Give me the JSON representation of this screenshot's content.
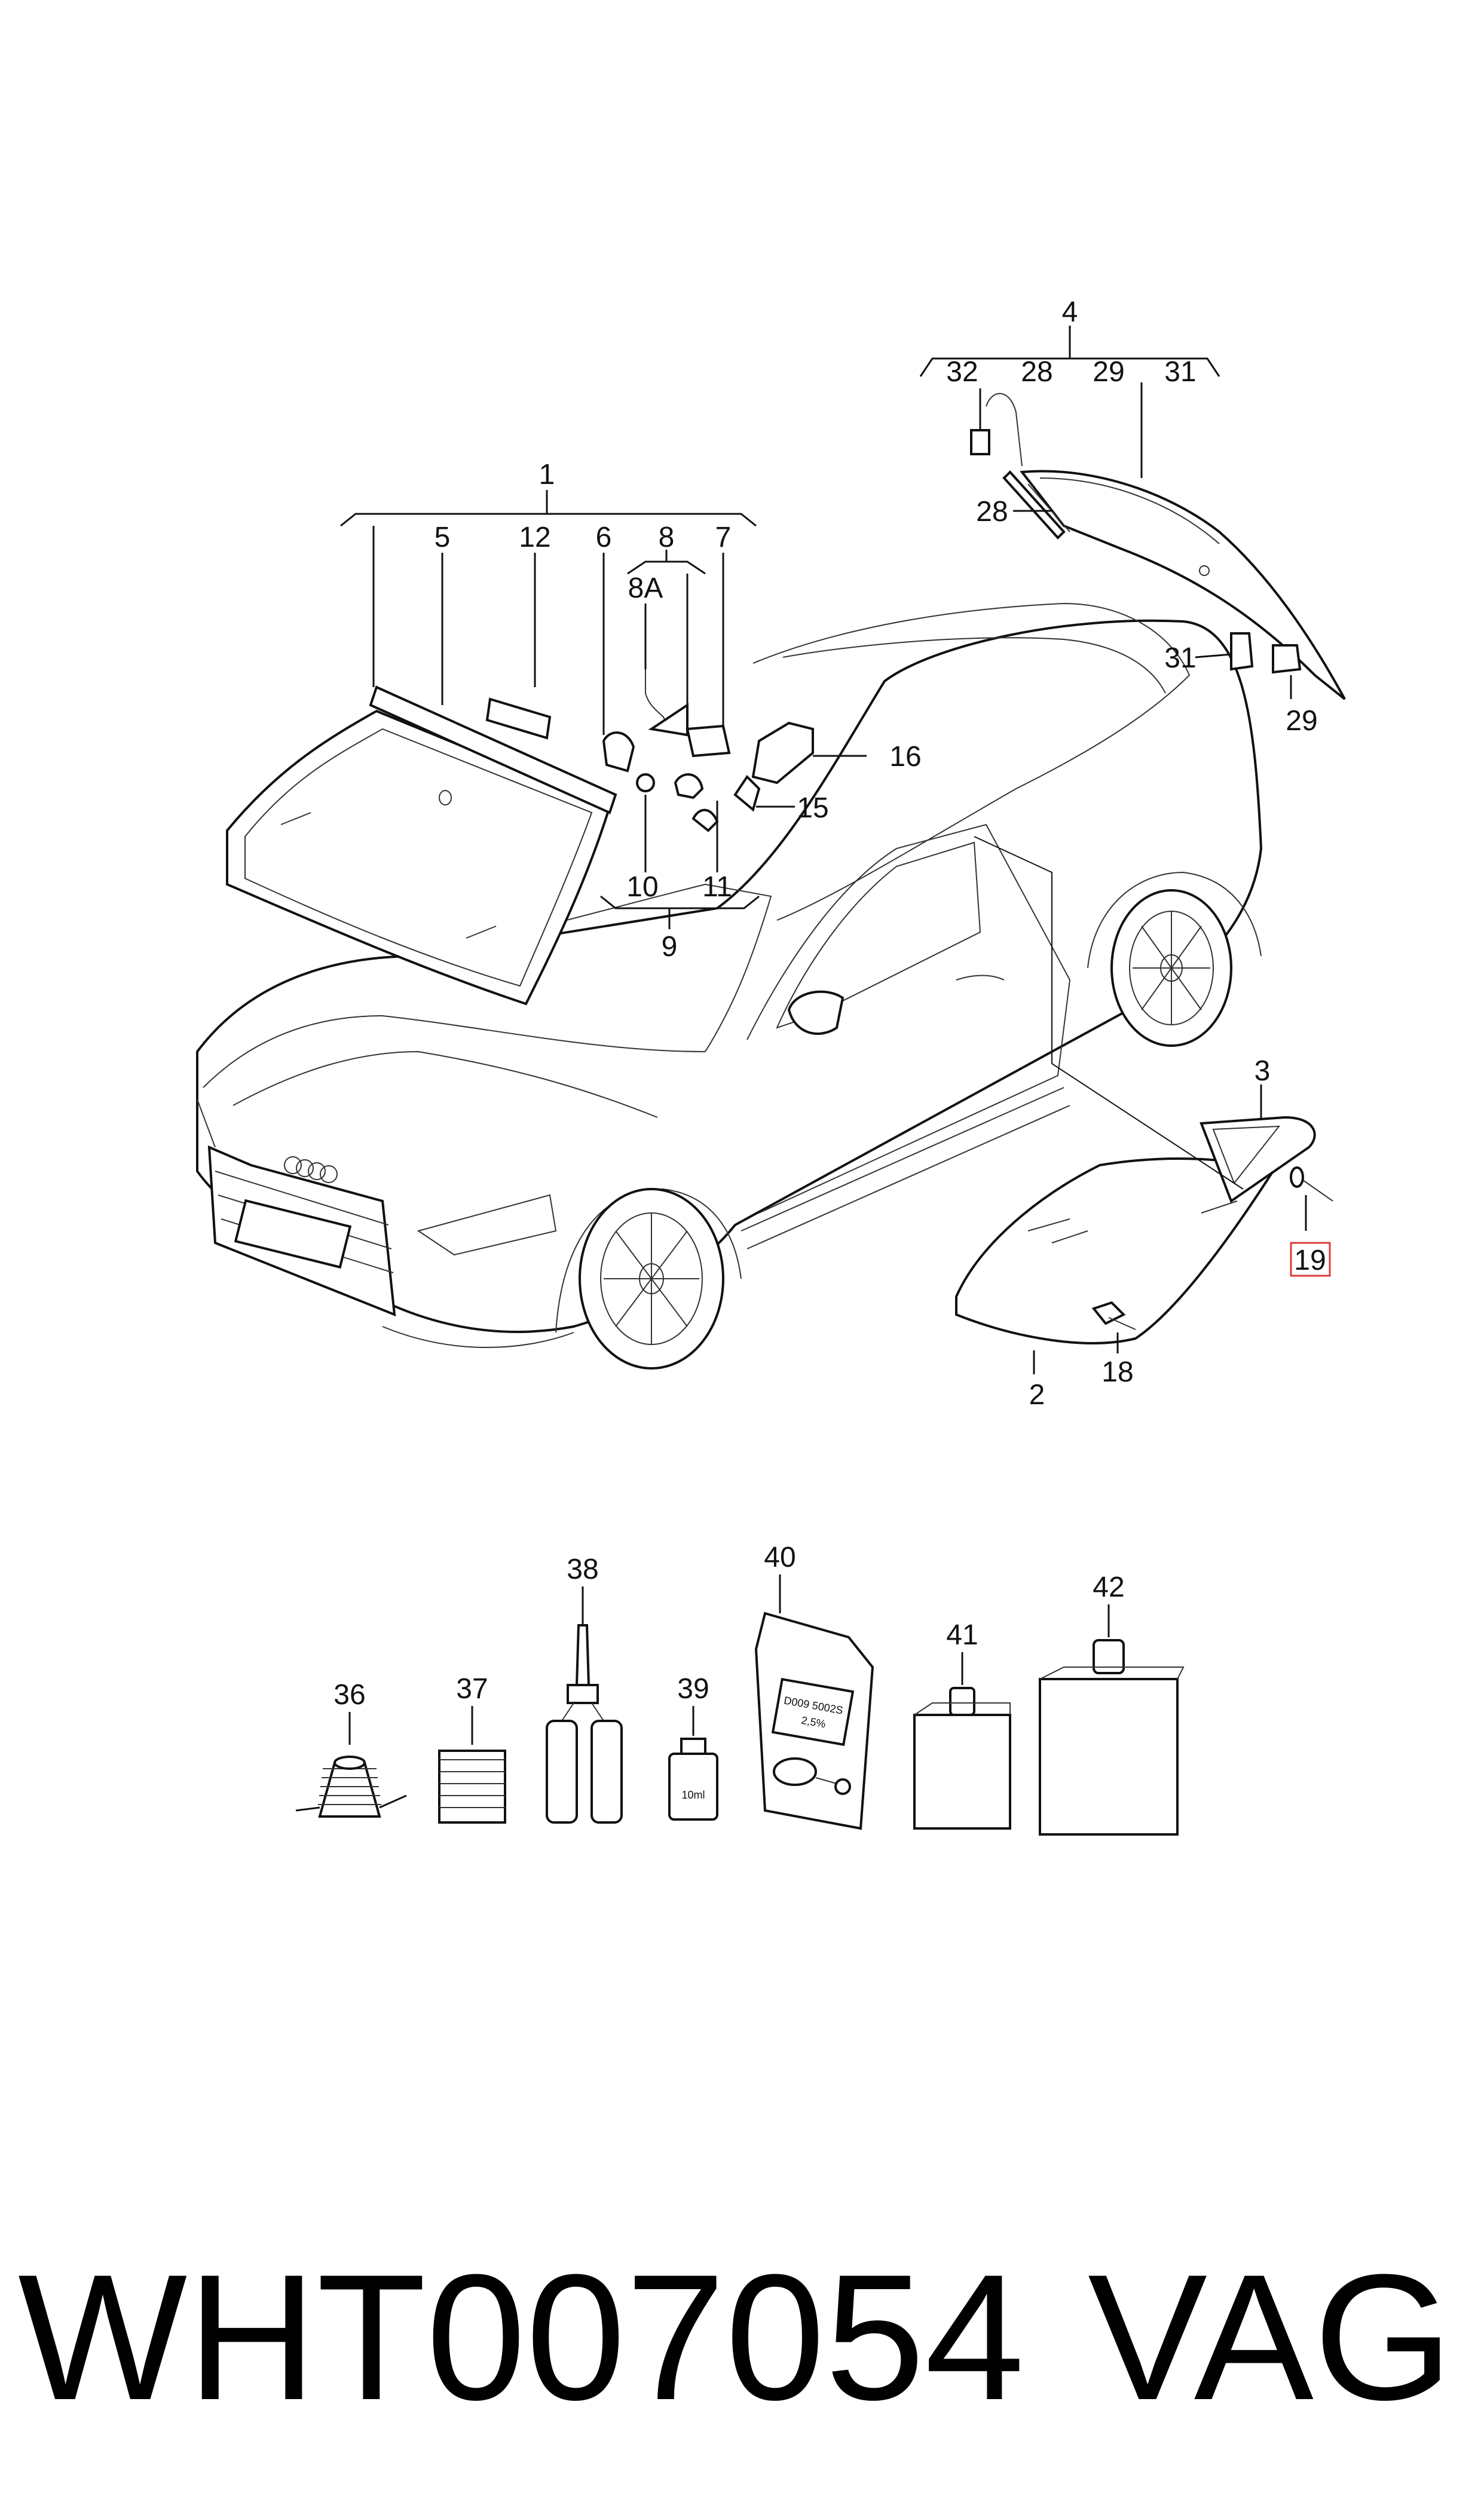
{
  "footer": {
    "part_number": "WHT007054",
    "brand": "VAG"
  },
  "callouts": {
    "c1": "1",
    "c2": "2",
    "c3": "3",
    "c4": "4",
    "c5": "5",
    "c6": "6",
    "c7": "7",
    "c8": "8",
    "c8a": "8A",
    "c9": "9",
    "c10": "10",
    "c11": "11",
    "c12": "12",
    "c15": "15",
    "c16": "16",
    "c18": "18",
    "c19": "19",
    "c28a": "28",
    "c28b": "28",
    "c29a": "29",
    "c29b": "29",
    "c31a": "31",
    "c31b": "31",
    "c32": "32",
    "c36": "36",
    "c37": "37",
    "c38": "38",
    "c39": "39",
    "c40": "40",
    "c41": "41",
    "c42": "42"
  },
  "packaging": {
    "vial_label": "10ml",
    "bag_line1": "D009 5002S",
    "bag_line2": "2,5%"
  },
  "colors": {
    "highlight_box": "#e23b3b",
    "line": "#111111"
  }
}
